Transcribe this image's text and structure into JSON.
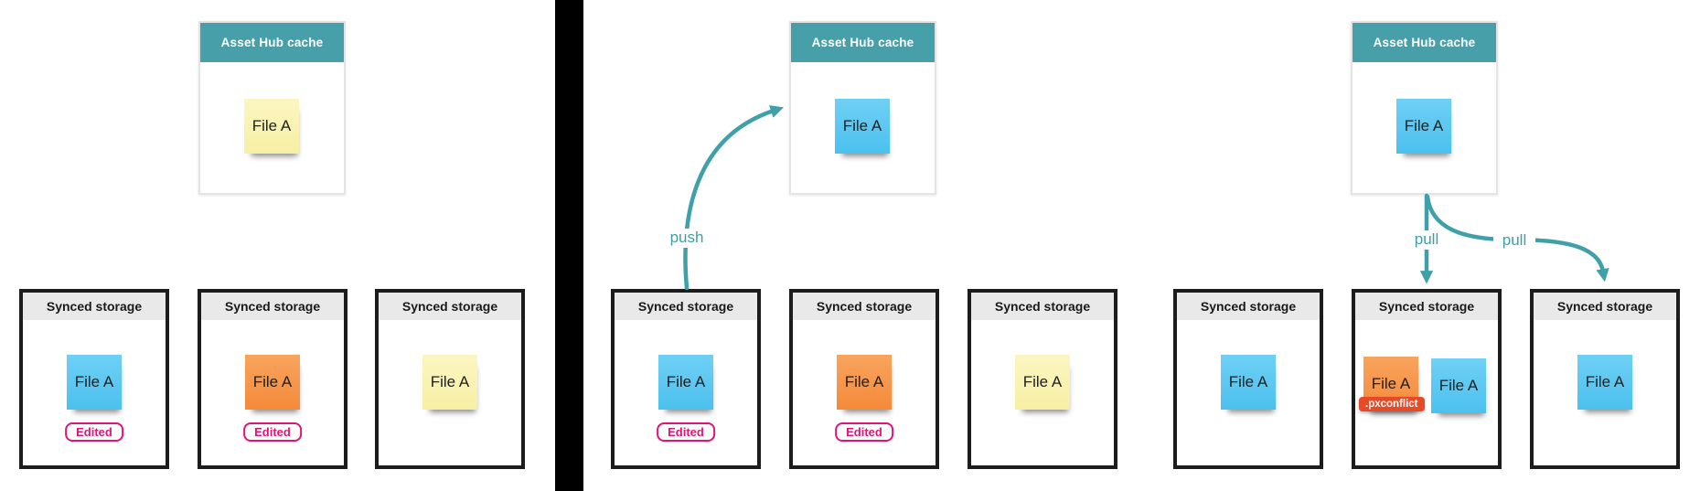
{
  "labels": {
    "asset_hub_cache": "Asset Hub cache",
    "synced_storage": "Synced storage",
    "file_a": "File A",
    "edited": "Edited",
    "pxconflict": ".pxconflict",
    "push": "push",
    "pull": "pull"
  },
  "colors": {
    "cache_header_teal": "#47a0a9",
    "arrow_teal": "#3fa0a9",
    "note_blue": "#58c5f0",
    "note_orange": "#f7923f",
    "note_yellow": "#f9f2ad",
    "edited_pink": "#e01377",
    "conflict_red": "#e64b28",
    "storage_border_black": "#1c1c1c",
    "storage_header_gray": "#e9e9e9",
    "divider_black": "#000000"
  },
  "panels": {
    "local_edits": {
      "cache_note": "yellow",
      "storages": [
        {
          "note": "blue",
          "edited": true
        },
        {
          "note": "orange",
          "edited": true
        },
        {
          "note": "yellow",
          "edited": false
        }
      ]
    },
    "push": {
      "arrow_label": "push",
      "cache_note": "blue",
      "storages": [
        {
          "note": "blue",
          "edited": true
        },
        {
          "note": "orange",
          "edited": true
        },
        {
          "note": "yellow",
          "edited": false
        }
      ]
    },
    "pull": {
      "arrow_labels": [
        "pull",
        "pull"
      ],
      "cache_note": "blue",
      "storages": [
        {
          "note": "blue",
          "edited": false
        },
        {
          "notes": [
            {
              "note": "orange",
              "tag": ".pxconflict"
            },
            {
              "note": "blue"
            }
          ],
          "edited": false
        },
        {
          "note": "blue",
          "edited": false
        }
      ]
    }
  }
}
